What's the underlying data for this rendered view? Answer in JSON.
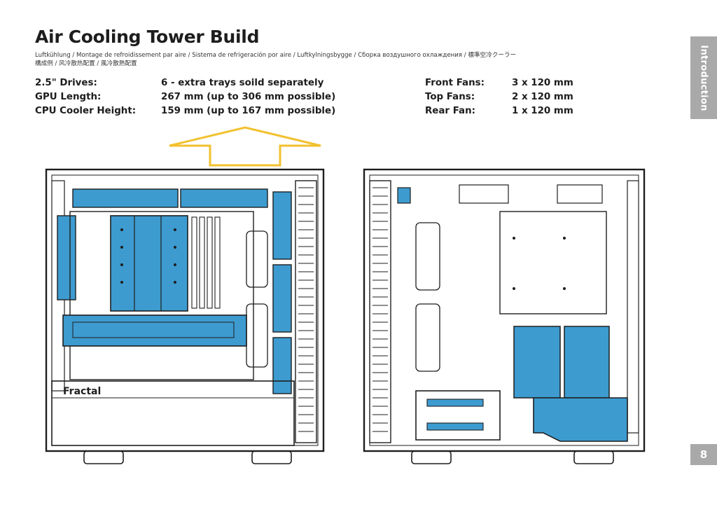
{
  "page": {
    "title": "Air Cooling Tower Build",
    "subtitle": "Luftkühlung / Montage de refroidissement par aire / Sistema de refrigeración por aire / Luftkylningsbygge / Сборка воздушного охлаждения / 標準空冷クーラー構成例 / 风冷散热配置 / 風冷散熱配置",
    "section_tab": "Introduction",
    "page_number": "8"
  },
  "specs_left": [
    {
      "label": "2.5\" Drives:",
      "value": "6 - extra trays soild separately"
    },
    {
      "label": "GPU Length:",
      "value": "267 mm (up to 306 mm possible)"
    },
    {
      "label": "CPU Cooler Height:",
      "value": "159 mm (up to 167 mm possible)"
    }
  ],
  "specs_right": [
    {
      "label": "Front Fans:",
      "value": "3 x 120 mm"
    },
    {
      "label": "Top Fans:",
      "value": "2 x 120 mm"
    },
    {
      "label": "Rear Fan:",
      "value": "1 x 120 mm"
    }
  ],
  "illustration": {
    "case_brand": "Fractal",
    "airflow_color": "#f2c12e",
    "component_color": "#3d9bd0"
  }
}
